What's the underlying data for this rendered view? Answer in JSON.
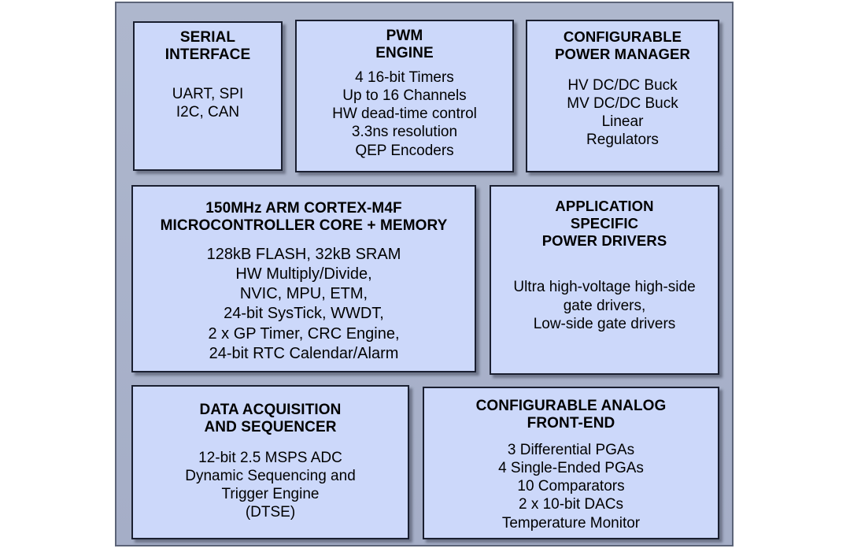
{
  "diagram": {
    "name": "microcontroller-block-diagram",
    "colors": {
      "container_fill": "#aab3cb",
      "container_border": "#5c6478",
      "block_fill": "#ccd8fa",
      "block_border": "#1a1f30",
      "text": "#000000",
      "page_background": "#ffffff"
    },
    "blocks": [
      {
        "id": "serial-interface",
        "title": "SERIAL\nINTERFACE",
        "body": "UART, SPI\nI2C, CAN"
      },
      {
        "id": "pwm-engine",
        "title": "PWM\nENGINE",
        "body": "4 16-bit Timers\nUp to 16 Channels\nHW dead-time control\n3.3ns resolution\nQEP Encoders"
      },
      {
        "id": "configurable-power-manager",
        "title": "CONFIGURABLE\nPOWER MANAGER",
        "body": "HV DC/DC Buck\nMV DC/DC Buck\nLinear\nRegulators"
      },
      {
        "id": "microcontroller-core",
        "title": "150MHz ARM CORTEX-M4F\nMICROCONTROLLER CORE + MEMORY",
        "body": "128kB FLASH, 32kB SRAM\nHW Multiply/Divide,\nNVIC, MPU, ETM,\n24-bit SysTick, WWDT,\n2 x GP Timer, CRC Engine,\n24-bit RTC Calendar/Alarm"
      },
      {
        "id": "application-specific-power-drivers",
        "title": "APPLICATION\nSPECIFIC\nPOWER DRIVERS",
        "body": "Ultra high-voltage high-side\ngate drivers,\nLow-side gate drivers"
      },
      {
        "id": "data-acquisition-and-sequencer",
        "title": "DATA ACQUISITION\nAND SEQUENCER",
        "body": "12-bit 2.5 MSPS ADC\nDynamic Sequencing and\nTrigger Engine\n(DTSE)"
      },
      {
        "id": "configurable-analog-front-end",
        "title": "CONFIGURABLE ANALOG\nFRONT-END",
        "body": "3 Differential PGAs\n4 Single-Ended PGAs\n10 Comparators\n2 x 10-bit DACs\nTemperature Monitor"
      }
    ]
  }
}
